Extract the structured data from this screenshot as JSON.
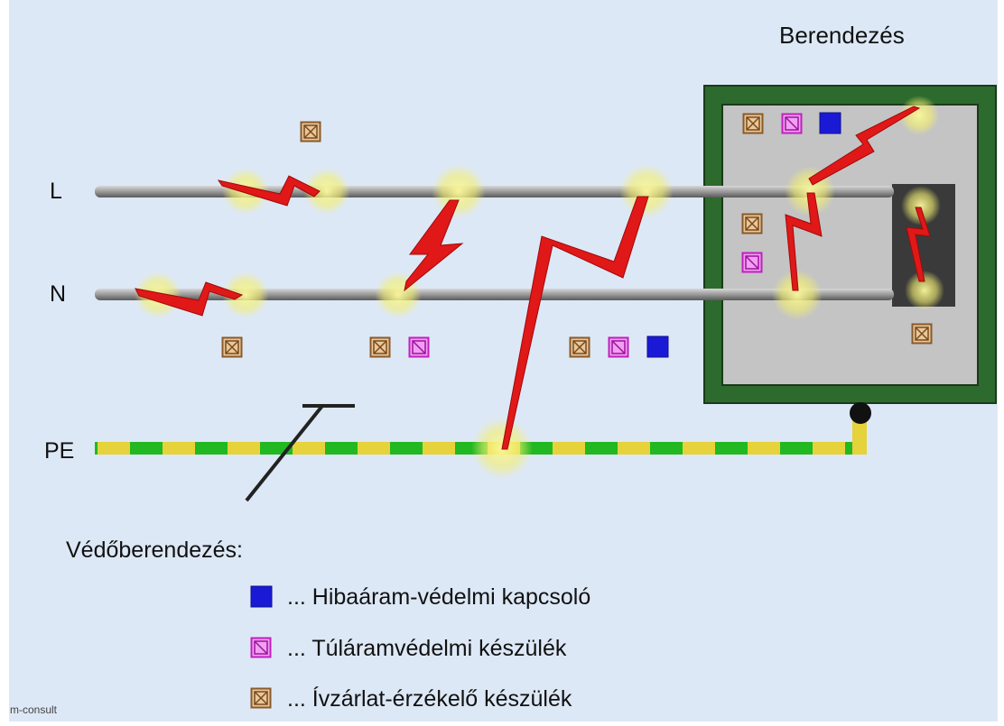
{
  "equipment_title": "Berendezés",
  "lines": {
    "L": "L",
    "N": "N",
    "PE": "PE"
  },
  "legend": {
    "title": "Védőberendezés:",
    "items": [
      {
        "icon": "rcd-icon",
        "color": "#1a1ad6",
        "text": "... Hibaáram-védelmi kapcsoló"
      },
      {
        "icon": "overcurrent-icon",
        "color": "#d63ad6",
        "text": "... Túláramvédelmi készülék"
      },
      {
        "icon": "arc-detector-icon",
        "color": "#b07840",
        "text": "... Ívzárlat-érzékelő készülék"
      }
    ]
  },
  "watermark": "m-consult",
  "colors": {
    "background": "#dde8f6",
    "cabinet_frame": "#2d6a2d",
    "cabinet_inner": "#c4c4c4",
    "pe_green": "#22b822",
    "pe_yellow": "#e6d23a",
    "arc": "#e01818",
    "glow": "#f5f27a"
  }
}
